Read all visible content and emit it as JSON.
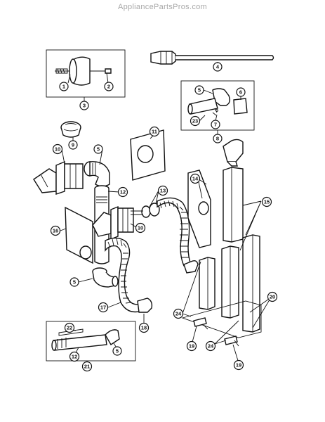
{
  "watermark": "AppliancePartsPros.com",
  "callouts": {
    "c1": "1",
    "c2": "2",
    "c3": "3",
    "c4": "4",
    "c5a": "5",
    "c6": "6",
    "c7": "7",
    "c23a": "23",
    "c8": "8",
    "c9": "9",
    "c10a": "10",
    "c5b": "5",
    "c11": "11",
    "c12a": "12",
    "c13": "13",
    "c10b": "10",
    "c14": "14",
    "c15": "15",
    "c16": "16",
    "c5c": "5",
    "c17": "17",
    "c18": "18",
    "c24a": "24",
    "c19a": "19",
    "c24b": "24",
    "c20": "20",
    "c19b": "19",
    "c22": "22",
    "c12b": "12",
    "c5d": "5",
    "c21": "21"
  }
}
